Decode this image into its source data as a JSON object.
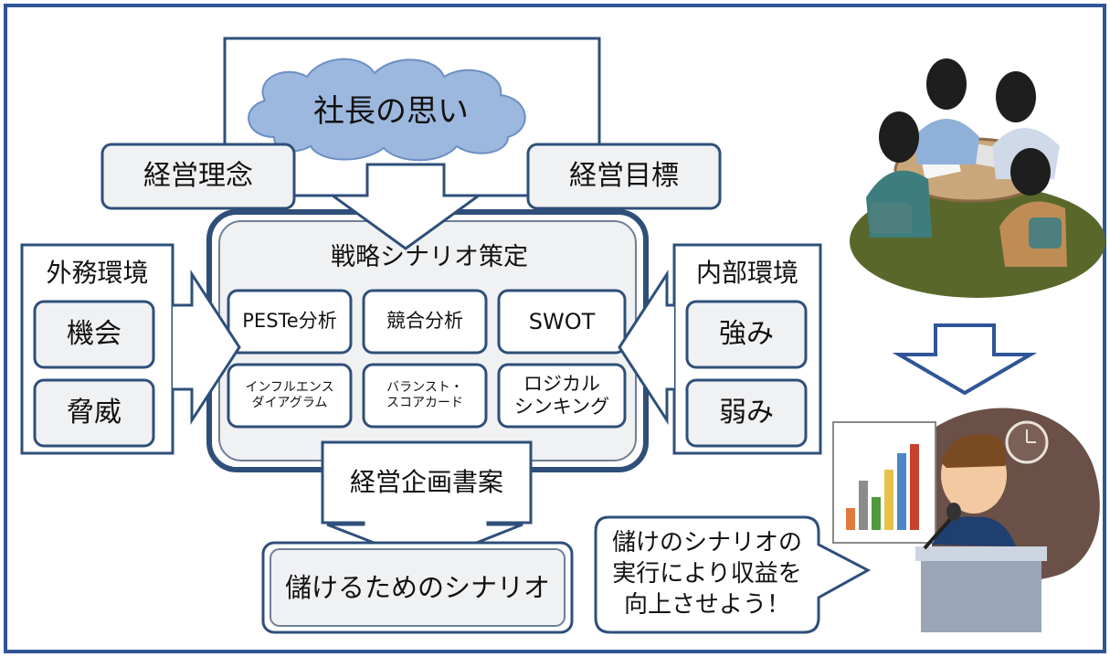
{
  "colors": {
    "frame": "#2f5597",
    "box_border": "#2f4f7a",
    "cloud": "#9db8de",
    "gray_box": "#f0f1f3"
  },
  "vision": "社長の思い",
  "philosophy": "経営理念",
  "goals": "経営目標",
  "strategy": {
    "title": "戦略シナリオ策定",
    "tools": [
      "PESTe分析",
      "競合分析",
      "SWOT",
      "インフルエンス\nダイアグラム",
      "バランスト・\nスコアカード",
      "ロジカル\nシンキング"
    ]
  },
  "external": {
    "title": "外務環境",
    "items": [
      "機会",
      "脅威"
    ]
  },
  "internal": {
    "title": "内部環境",
    "items": [
      "強み",
      "弱み"
    ]
  },
  "plan": "経営企画書案",
  "result": "儲けるためのシナリオ",
  "speech": "儲けのシナリオの\n実行により収益を\n向上させよう！",
  "illustrations": [
    "meeting-illustration",
    "presenter-illustration"
  ]
}
